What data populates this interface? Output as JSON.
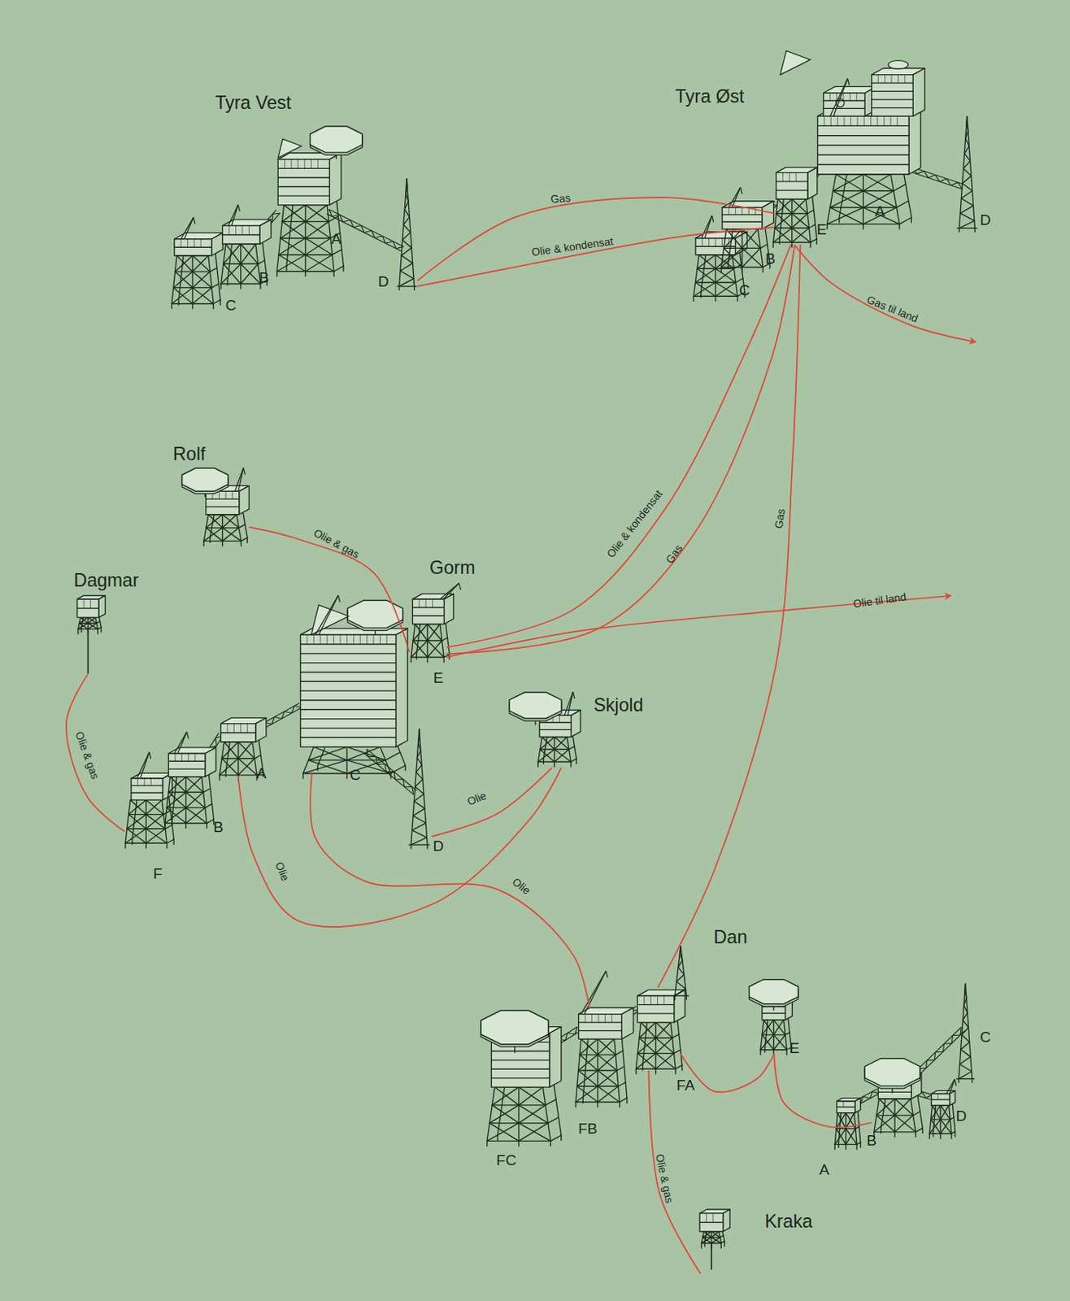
{
  "diagram": {
    "nodes": [
      {
        "text": [
          "Tyra Vest"
        ]
      },
      {
        "text": [
          "A"
        ],
        "in": 0
      },
      {
        "text": [
          "B"
        ],
        "in": 0
      },
      {
        "text": [
          "C"
        ],
        "in": 0
      },
      {
        "text": [
          "D"
        ],
        "in": 0
      },
      {
        "text": [
          "Tyra Øst"
        ]
      },
      {
        "text": [
          "A"
        ],
        "in": 5
      },
      {
        "text": [
          "B"
        ],
        "in": 5
      },
      {
        "text": [
          "C"
        ],
        "in": 5
      },
      {
        "text": [
          "D"
        ],
        "in": 5
      },
      {
        "text": [
          "E"
        ],
        "in": 5
      },
      {
        "text": [
          "Rolf"
        ]
      },
      {
        "text": [
          "Dagmar"
        ]
      },
      {
        "text": [
          "Gorm"
        ]
      },
      {
        "text": [
          "A"
        ],
        "in": 13
      },
      {
        "text": [
          "B"
        ],
        "in": 13
      },
      {
        "text": [
          "C"
        ],
        "in": 13
      },
      {
        "text": [
          "D"
        ],
        "in": 13
      },
      {
        "text": [
          "E"
        ],
        "in": 13
      },
      {
        "text": [
          "F"
        ],
        "in": 13
      },
      {
        "text": [
          "Skjold"
        ]
      },
      {
        "text": [
          "Dan"
        ]
      },
      {
        "text": [
          "A"
        ],
        "in": 21
      },
      {
        "text": [
          "B"
        ],
        "in": 21
      },
      {
        "text": [
          "C"
        ],
        "in": 21
      },
      {
        "text": [
          "D"
        ],
        "in": 21
      },
      {
        "text": [
          "E"
        ],
        "in": 21
      },
      {
        "text": [
          "FA"
        ],
        "in": 21
      },
      {
        "text": [
          "FB"
        ],
        "in": 21
      },
      {
        "text": [
          "FC"
        ],
        "in": 21
      },
      {
        "text": [
          "Kraka"
        ]
      }
    ],
    "edges": [
      {
        "from": 4,
        "to": 10,
        "label": "Gas",
        "arrow": "none"
      },
      {
        "from": 4,
        "to": 10,
        "label": "Olie & kondensat",
        "arrow": "none"
      },
      {
        "from": 18,
        "to": 10,
        "label": "Olie & kondensat",
        "arrow": "none"
      },
      {
        "from": 18,
        "to": 10,
        "label": "Gas",
        "arrow": "none"
      },
      {
        "from": 27,
        "to": 10,
        "label": "Gas",
        "arrow": "none"
      },
      {
        "from": 11,
        "to": 18,
        "label": "Olie & gas",
        "arrow": "none"
      },
      {
        "from": 12,
        "to": 19,
        "label": "Olie & gas",
        "arrow": "none"
      },
      {
        "from": 20,
        "to": 17,
        "label": "Olie",
        "arrow": "none"
      },
      {
        "from": 14,
        "to": 20,
        "label": "Olie",
        "arrow": "none"
      },
      {
        "from": 16,
        "to": 28,
        "label": "Olie",
        "arrow": "none"
      },
      {
        "from": 30,
        "to": 27,
        "label": "Olie & gas",
        "arrow": "none"
      },
      {
        "from": 27,
        "to": 26,
        "arrow": "none"
      },
      {
        "from": 26,
        "to": 23,
        "arrow": "none"
      }
    ],
    "labels": [
      "Gas til land",
      "Olie til land"
    ]
  }
}
